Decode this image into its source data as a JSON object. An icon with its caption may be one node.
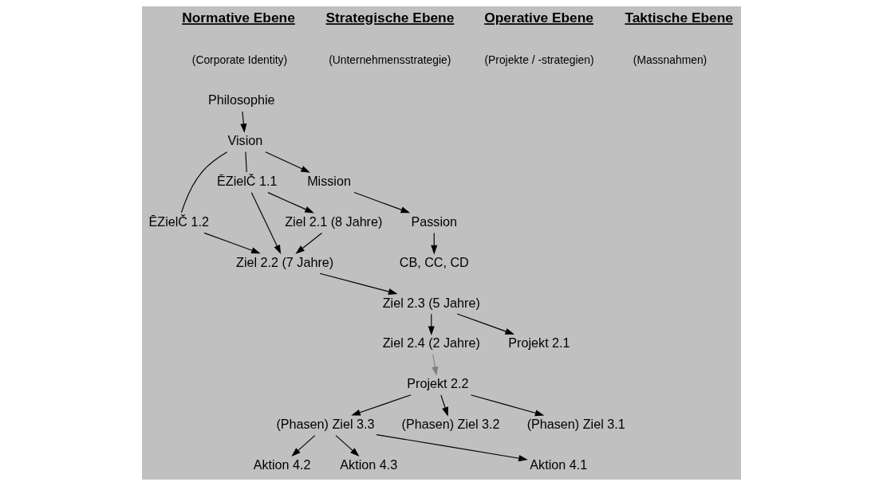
{
  "diagram": {
    "nodes": [
      {
        "text": [
          "Philosophie"
        ]
      },
      {
        "text": [
          "Vision"
        ]
      },
      {
        "text": [
          "ĒZielČ 1.1"
        ]
      },
      {
        "text": [
          "ĒZielČ 1.2"
        ]
      },
      {
        "text": [
          "Mission"
        ]
      },
      {
        "text": [
          "Passion"
        ]
      },
      {
        "text": [
          "CB, CC, CD"
        ]
      },
      {
        "text": [
          "Ziel 2.1 (8 Jahre)"
        ]
      },
      {
        "text": [
          "Ziel 2.2 (7 Jahre)"
        ]
      },
      {
        "text": [
          "Ziel 2.3 (5 Jahre)"
        ]
      },
      {
        "text": [
          "Ziel 2.4 (2 Jahre)"
        ]
      },
      {
        "text": [
          "Projekt 2.1"
        ]
      },
      {
        "text": [
          "Projekt 2.2"
        ]
      },
      {
        "text": [
          "(Phasen) Ziel 3.1"
        ]
      },
      {
        "text": [
          "(Phasen) Ziel 3.2"
        ]
      },
      {
        "text": [
          "(Phasen) Ziel 3.3"
        ]
      },
      {
        "text": [
          "Aktion 4.1"
        ]
      },
      {
        "text": [
          "Aktion 4.2"
        ]
      },
      {
        "text": [
          "Aktion 4.3"
        ]
      }
    ],
    "edges": [
      {
        "from": 0,
        "to": 1,
        "arrow": "to"
      },
      {
        "from": 1,
        "to": 2,
        "arrow": "none"
      },
      {
        "from": 1,
        "to": 3,
        "arrow": "none"
      },
      {
        "from": 1,
        "to": 4,
        "arrow": "to"
      },
      {
        "from": 4,
        "to": 5,
        "arrow": "to"
      },
      {
        "from": 5,
        "to": 6,
        "arrow": "to"
      },
      {
        "from": 2,
        "to": 7,
        "arrow": "to"
      },
      {
        "from": 2,
        "to": 8,
        "arrow": "to"
      },
      {
        "from": 3,
        "to": 8,
        "arrow": "to"
      },
      {
        "from": 7,
        "to": 8,
        "arrow": "to"
      },
      {
        "from": 8,
        "to": 9,
        "arrow": "to"
      },
      {
        "from": 9,
        "to": 10,
        "arrow": "to"
      },
      {
        "from": 9,
        "to": 11,
        "arrow": "to"
      },
      {
        "from": 10,
        "to": 12,
        "arrow": "to",
        "color": "#808080"
      },
      {
        "from": 12,
        "to": 13,
        "arrow": "to"
      },
      {
        "from": 12,
        "to": 14,
        "arrow": "to"
      },
      {
        "from": 12,
        "to": 15,
        "arrow": "to"
      },
      {
        "from": 15,
        "to": 16,
        "arrow": "to"
      },
      {
        "from": 15,
        "to": 17,
        "arrow": "to"
      },
      {
        "from": 15,
        "to": 18,
        "arrow": "to"
      }
    ],
    "labels": [
      "Normative Ebene",
      "Strategische Ebene",
      "Operative Ebene",
      "Taktische Ebene",
      "(Corporate Identity)",
      "(Unternehmensstrategie)",
      "(Projekte / -strategien)",
      "(Massnahmen)"
    ]
  }
}
